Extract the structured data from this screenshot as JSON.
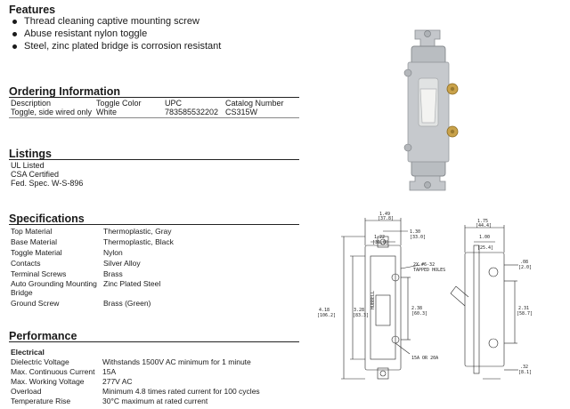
{
  "features": {
    "title": "Features",
    "items": [
      "Thread cleaning captive mounting screw",
      "Abuse resistant nylon toggle",
      "Steel, zinc plated bridge is corrosion resistant"
    ]
  },
  "ordering": {
    "title": "Ordering Information",
    "headers": [
      "Description",
      "Toggle Color",
      "UPC",
      "Catalog Number"
    ],
    "row": [
      "Toggle, side wired only",
      "White",
      "783585532202",
      "CS315W"
    ]
  },
  "listings": {
    "title": "Listings",
    "items": [
      "UL Listed",
      "CSA Certified",
      "Fed. Spec. W-S-896"
    ]
  },
  "specifications": {
    "title": "Specifications",
    "rows": [
      {
        "label": "Top Material",
        "value": "Thermoplastic, Gray"
      },
      {
        "label": "Base Material",
        "value": "Thermoplastic, Black"
      },
      {
        "label": "Toggle Material",
        "value": "Nylon"
      },
      {
        "label": "Contacts",
        "value": "Silver Alloy"
      },
      {
        "label": "Terminal Screws",
        "value": "Brass"
      },
      {
        "label": "Auto Grounding Mounting Bridge",
        "value": "Zinc Plated Steel"
      },
      {
        "label": "Ground Screw",
        "value": "Brass (Green)"
      }
    ]
  },
  "performance": {
    "title": "Performance",
    "subtitle": "Electrical",
    "rows": [
      {
        "label": "Dielectric Voltage",
        "value": "Withstands 1500V AC minimum for 1 minute"
      },
      {
        "label": "Max. Continuous Current",
        "value": "15A"
      },
      {
        "label": "Max. Working Voltage",
        "value": "277V AC"
      },
      {
        "label": "Overload",
        "value": "Minimum 4.8 times rated current for 100 cycles"
      },
      {
        "label": "Temperature Rise",
        "value": "30°C maximum at rated current"
      }
    ]
  },
  "drawing": {
    "front": {
      "width_top": "1.49",
      "width_top_mm": "[37.8]",
      "inner_width": "1.22",
      "inner_width_mm": "[31.0]",
      "half_width": "1.30",
      "half_width_mm": "[33.0]",
      "tapped_holes": "2X #6-32",
      "tapped_holes_2": "TAPPED HOLES",
      "height_total": "4.18",
      "height_total_mm": "[106.2]",
      "height_mid": "3.28",
      "height_mid_mm": "[83.3]",
      "height_body": "2.38",
      "height_body_mm": "[60.3]",
      "rating_note": "15A OR 20A",
      "brand": "HUBBELL"
    },
    "side": {
      "width_top": "1.75",
      "width_top_mm": "[44.4]",
      "toggle_width": "1.00",
      "toggle_width_mm": "[25.4]",
      "lip": ".08",
      "lip_mm": "[2.0]",
      "depth": "2.31",
      "depth_mm": "[58.7]",
      "bottom": ".32",
      "bottom_mm": "[8.1]"
    }
  },
  "colors": {
    "text": "#1a1a1a",
    "rule": "#222222",
    "switch_gray": "#b9bdc1",
    "brass": "#c9a24a",
    "toggle_white": "#f3f3f1"
  }
}
